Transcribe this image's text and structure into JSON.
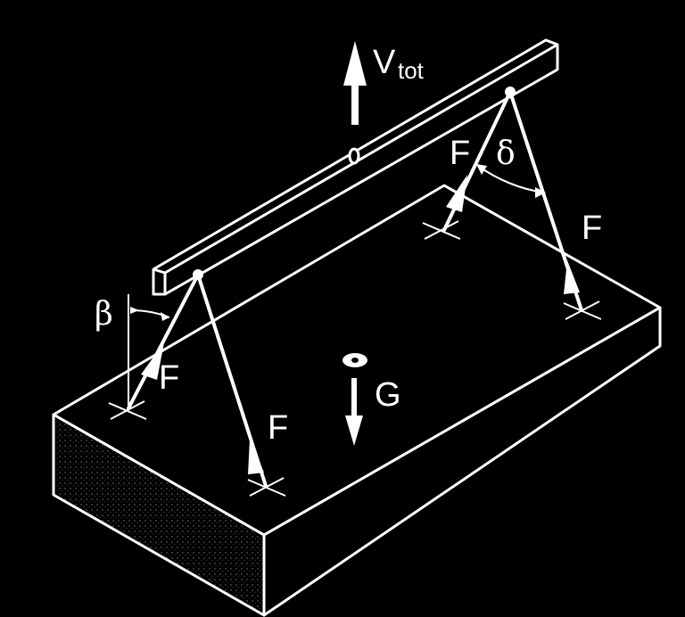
{
  "colors": {
    "background": "#000000",
    "foreground": "#ffffff"
  },
  "labels": {
    "lift_force": "V",
    "lift_force_sub": "tot",
    "weight": "G",
    "sling_force": "F",
    "angle_beta": "β",
    "angle_delta": "δ"
  },
  "icons": [
    "up-arrow-icon",
    "down-arrow-icon",
    "center-of-gravity-icon",
    "lifting-point-icon"
  ]
}
